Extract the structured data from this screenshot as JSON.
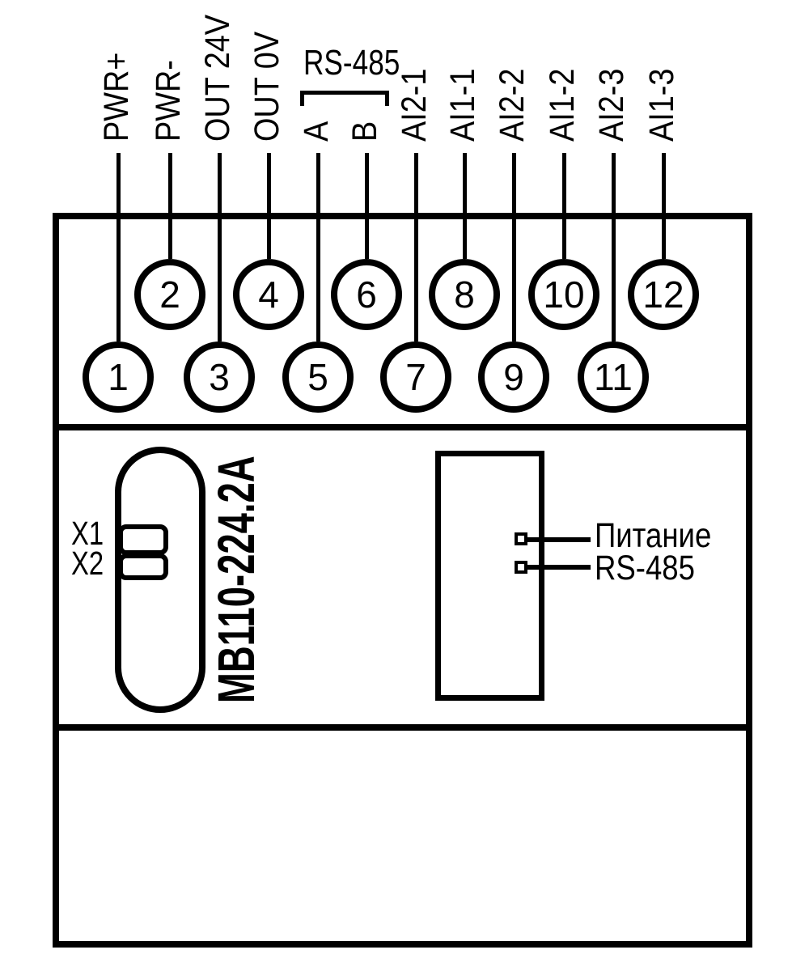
{
  "columns": [
    {
      "terminal": "1",
      "label": "PWR+"
    },
    {
      "terminal": "2",
      "label": "PWR-"
    },
    {
      "terminal": "3",
      "label": "OUT 24V"
    },
    {
      "terminal": "4",
      "label": "OUT 0V"
    },
    {
      "terminal": "5",
      "label": "A"
    },
    {
      "terminal": "6",
      "label": "B"
    },
    {
      "terminal": "7",
      "label": "AI2-1"
    },
    {
      "terminal": "8",
      "label": "AI1-1"
    },
    {
      "terminal": "9",
      "label": "AI2-2"
    },
    {
      "terminal": "10",
      "label": "AI1-2"
    },
    {
      "terminal": "11",
      "label": "AI2-3"
    },
    {
      "terminal": "12",
      "label": "AI1-3"
    }
  ],
  "rs485_bus": {
    "label": "RS-485"
  },
  "front_panel": {
    "model": "МВ110-224.2А",
    "connectors": [
      {
        "label": "X1"
      },
      {
        "label": "X2"
      }
    ],
    "indicators": [
      {
        "label": "Питание"
      },
      {
        "label": "RS-485"
      }
    ]
  },
  "colors": {
    "ink": "#000000",
    "paper": "#ffffff"
  }
}
